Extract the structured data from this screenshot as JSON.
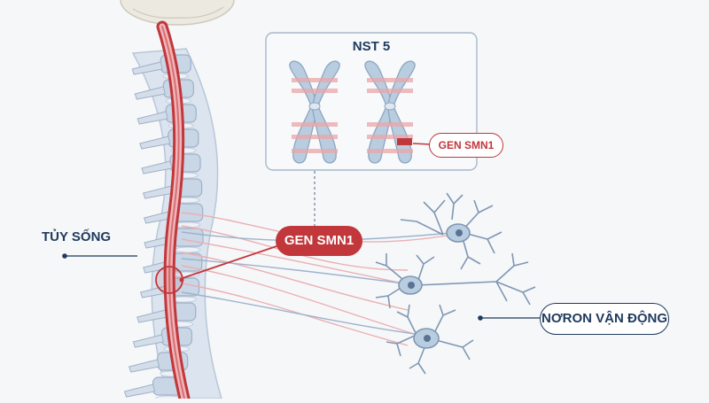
{
  "labels": {
    "spinal_cord": "TỦY SỐNG",
    "chromosome_title": "NST 5",
    "gene_center": "GEN SMN1",
    "gene_chromosome": "GEN SMN1",
    "motor_neuron": "NƠRON VẬN ĐỘNG"
  },
  "colors": {
    "accent_red": "#c1373b",
    "navy": "#1f3a5c",
    "bone": "#c9d6e6",
    "chromosome_band": "#e8a5a8",
    "chromosome_body": "#b9cde0"
  }
}
